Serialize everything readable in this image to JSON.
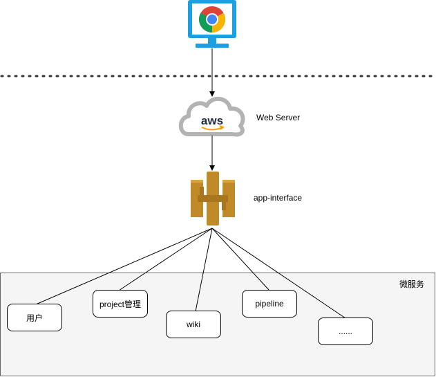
{
  "labels": {
    "web_server": "Web Server",
    "app_interface": "app-interface",
    "microservices": "微服务",
    "aws_text": "aws"
  },
  "services": [
    {
      "label": "用户"
    },
    {
      "label": "project管理"
    },
    {
      "label": "wiki"
    },
    {
      "label": "pipeline"
    },
    {
      "label": "......"
    }
  ],
  "colors": {
    "monitor": "#1ba1e2",
    "cloud": "#b3b3b3",
    "api_gateway": "#c08a28",
    "container_fill": "#f5f5f5",
    "container_stroke": "#666666"
  },
  "icons": [
    "chrome-browser-icon",
    "aws-cloud-icon",
    "api-gateway-icon"
  ]
}
